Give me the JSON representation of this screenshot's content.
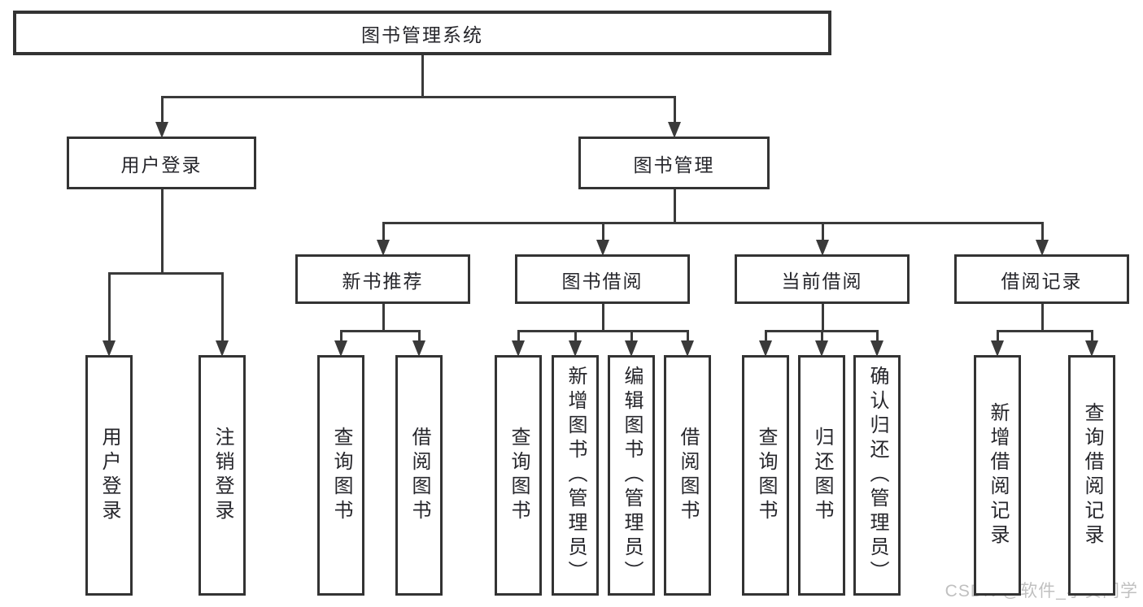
{
  "diagram": {
    "nodes": [
      {
        "id": "root",
        "label": "图书管理系统",
        "children": [
          "user-login",
          "book-mgmt"
        ]
      },
      {
        "id": "user-login",
        "label": "用户登录",
        "children": [
          "leaf-user-login",
          "leaf-logout"
        ]
      },
      {
        "id": "book-mgmt",
        "label": "图书管理",
        "children": [
          "new-book-rec",
          "book-borrow",
          "current-borrow",
          "borrow-records"
        ]
      },
      {
        "id": "new-book-rec",
        "label": "新书推荐",
        "children": [
          "leaf-nbr-query",
          "leaf-nbr-borrow"
        ]
      },
      {
        "id": "book-borrow",
        "label": "图书借阅",
        "children": [
          "leaf-bb-query",
          "leaf-bb-add",
          "leaf-bb-edit",
          "leaf-bb-borrow"
        ]
      },
      {
        "id": "current-borrow",
        "label": "当前借阅",
        "children": [
          "leaf-cb-query",
          "leaf-cb-return",
          "leaf-cb-confirm"
        ]
      },
      {
        "id": "borrow-records",
        "label": "借阅记录",
        "children": [
          "leaf-br-add",
          "leaf-br-query"
        ]
      },
      {
        "id": "leaf-user-login",
        "label": "用户登录"
      },
      {
        "id": "leaf-logout",
        "label": "注销登录"
      },
      {
        "id": "leaf-nbr-query",
        "label": "查询图书"
      },
      {
        "id": "leaf-nbr-borrow",
        "label": "借阅图书"
      },
      {
        "id": "leaf-bb-query",
        "label": "查询图书"
      },
      {
        "id": "leaf-bb-add",
        "label": "新增图书（管理员）"
      },
      {
        "id": "leaf-bb-edit",
        "label": "编辑图书（管理员）"
      },
      {
        "id": "leaf-bb-borrow",
        "label": "借阅图书"
      },
      {
        "id": "leaf-cb-query",
        "label": "查询图书"
      },
      {
        "id": "leaf-cb-return",
        "label": "归还图书"
      },
      {
        "id": "leaf-cb-confirm",
        "label": "确认归还（管理员）"
      },
      {
        "id": "leaf-br-add",
        "label": "新增借阅记录"
      },
      {
        "id": "leaf-br-query",
        "label": "查询借阅记录"
      }
    ]
  },
  "watermark": {
    "text": "CSDN @软件_小贺同学"
  },
  "colors": {
    "line": "#3a3a3a",
    "box_border": "#333333",
    "text": "#26262b",
    "watermark": "#c0c0c0",
    "background": "#ffffff"
  }
}
